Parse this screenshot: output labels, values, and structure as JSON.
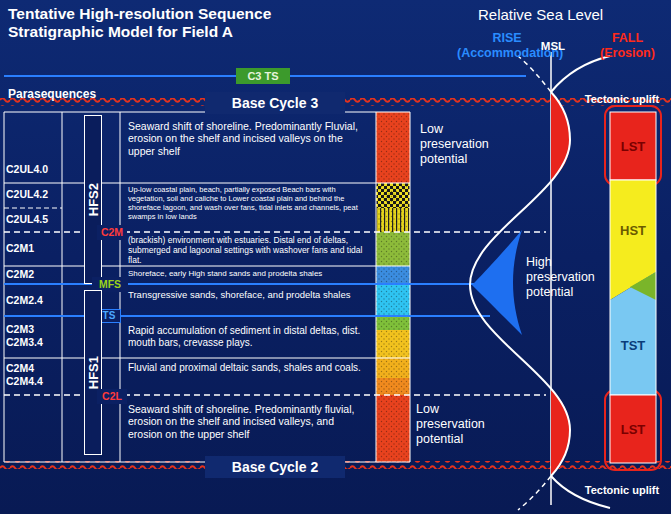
{
  "diagram": {
    "title": "Tentative High-resolution Sequence Stratigraphic Model for Field A",
    "nodes": [
      {
        "text": [
          "C3 TS"
        ]
      },
      {
        "text": [
          "Base Cycle 3"
        ]
      },
      {
        "text": [
          "HFS2"
        ]
      },
      {
        "text": [
          "C2M"
        ]
      },
      {
        "text": [
          "MFS"
        ]
      },
      {
        "text": [
          "TS"
        ]
      },
      {
        "text": [
          "HFS1"
        ]
      },
      {
        "text": [
          "C2L"
        ]
      },
      {
        "text": [
          "Base Cycle 2"
        ]
      },
      {
        "text": [
          "LST"
        ]
      },
      {
        "text": [
          "HST"
        ]
      },
      {
        "text": [
          "TST"
        ]
      },
      {
        "text": [
          "LST"
        ]
      }
    ],
    "labels": [
      "Relative Sea Level",
      "RISE (Accommodation)",
      "MSL",
      "FALL (Erosion)",
      "Parasequences",
      "Tectonic uplift",
      "C2UL4.0",
      "C2UL4.2",
      "C2UL4.5",
      "C2M1",
      "C2M2",
      "C2M2.4",
      "C2M3",
      "C2M3.4",
      "C2M4",
      "C2M4.4",
      "Seaward shift of shoreline. Predominantly Fluvial, erosion on the shelf and incised valleys on the upper shelf",
      "Up-low coastal plain, beach, partially exposed Beach bars with vegetation, soil and caliche to Lower coastal plain and behind the shoreface lagoon, and wash over fans, tidal inlets and channels, peat swamps in low lands",
      "(brackish) environment with estuaries. Distal end of deltas, submerged and lagoonal settings with washover fans and tidal flat.",
      "Shoreface, early High stand sands and prodelta shales",
      "Transgressive sands, shoreface, and prodelta shales",
      "Rapid accumulation of sediment in distal deltas, dist. mouth bars, crevasse plays.",
      "Fluvial and proximal deltaic sands, shales and coals.",
      "Seaward shift of shoreline. Predominantly fluvial, erosion on the shelf and incised valleys, and erosion on the upper shelf",
      "Low preservation potential",
      "High preservation potential",
      "Low preservation potential",
      "Tectonic uplift"
    ]
  }
}
